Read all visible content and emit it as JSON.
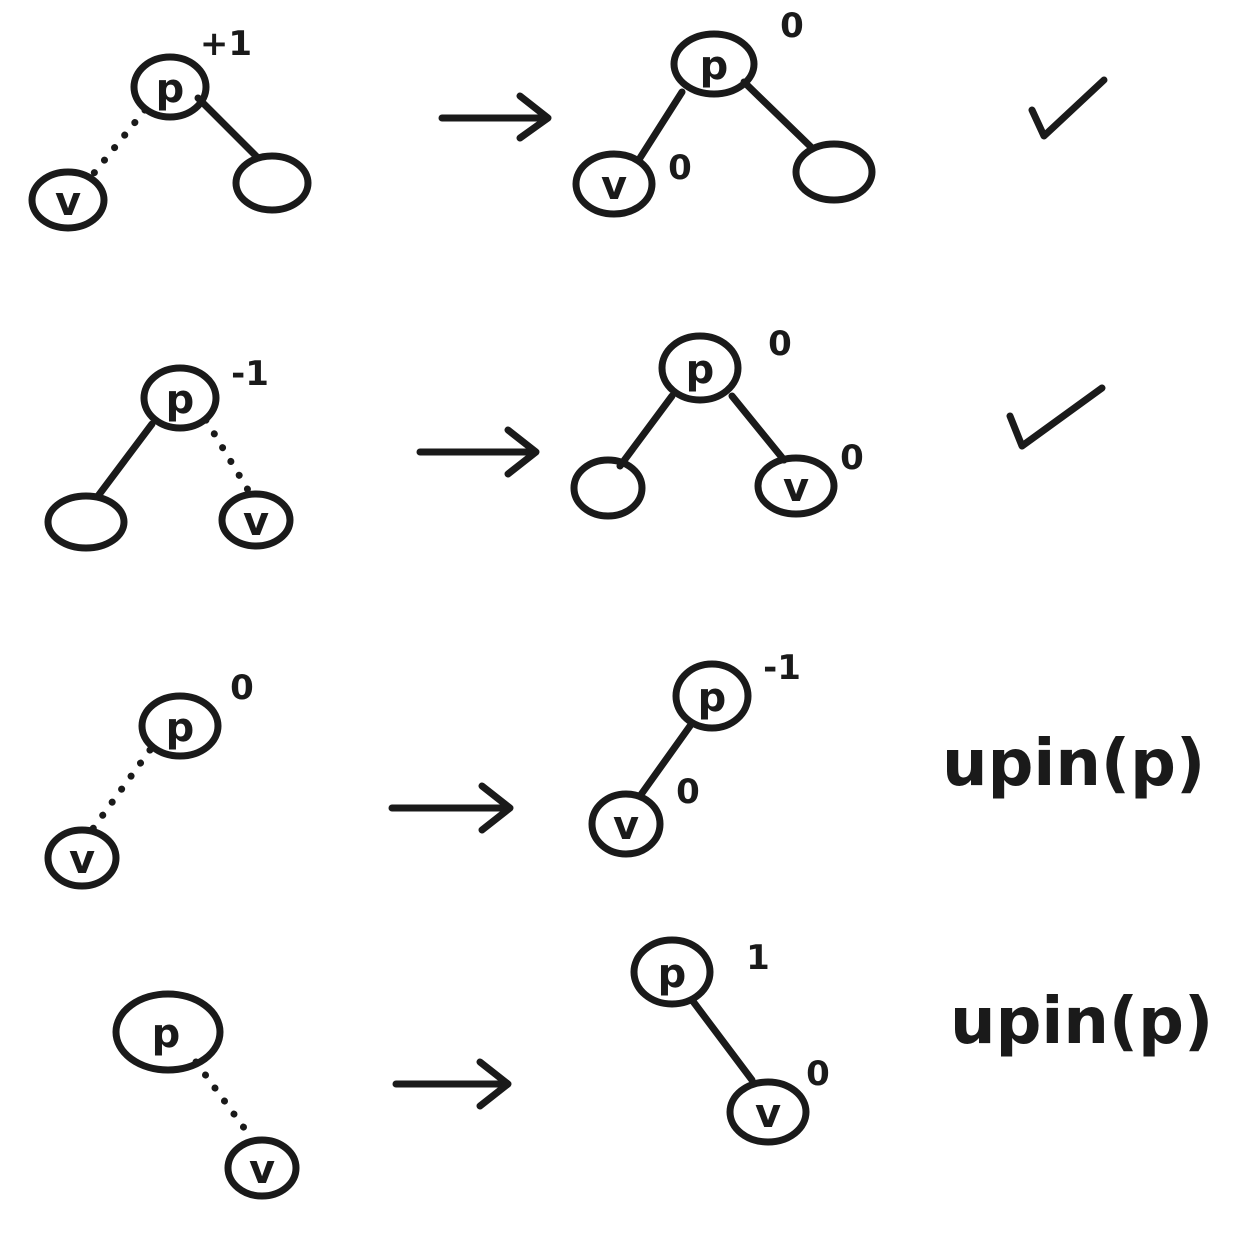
{
  "node_labels": {
    "parent": "p",
    "new_node": "v"
  },
  "rows": [
    {
      "before": {
        "parent_balance": "+1"
      },
      "after": {
        "parent_balance": "0",
        "new_balance": "0"
      },
      "result_symbol": "check-mark"
    },
    {
      "before": {
        "parent_balance": "-1"
      },
      "after": {
        "parent_balance": "0",
        "new_balance": "0"
      },
      "result_symbol": "check-mark"
    },
    {
      "before": {
        "parent_balance": "0"
      },
      "after": {
        "parent_balance": "-1",
        "new_balance": "0"
      },
      "result_text": "upin(p)"
    },
    {
      "before": {
        "parent_balance": ""
      },
      "after": {
        "parent_balance": "1",
        "new_balance": "0"
      },
      "result_text": "upin(p)"
    }
  ]
}
